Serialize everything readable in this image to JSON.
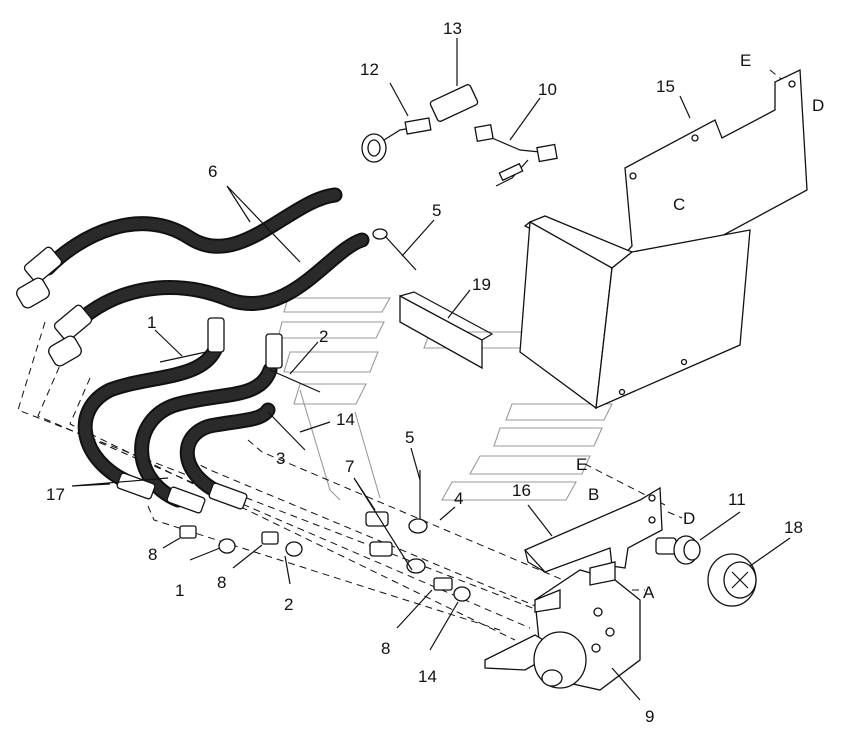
{
  "labels": {
    "l1a": "1",
    "l1b": "1",
    "l2a": "2",
    "l2b": "2",
    "l3": "3",
    "l4": "4",
    "l5a": "5",
    "l5b": "5",
    "l6": "6",
    "l7": "7",
    "l8a": "8",
    "l8b": "8",
    "l8c": "8",
    "l9": "9",
    "l10": "10",
    "l11": "11",
    "l12": "12",
    "l13": "13",
    "l14a": "14",
    "l14b": "14",
    "l15": "15",
    "l16": "16",
    "l17": "17",
    "l18": "18",
    "l19": "19",
    "lA": "A",
    "lB": "B",
    "lC": "C",
    "lDa": "D",
    "lDb": "D",
    "lEa": "E",
    "lEb": "E"
  }
}
